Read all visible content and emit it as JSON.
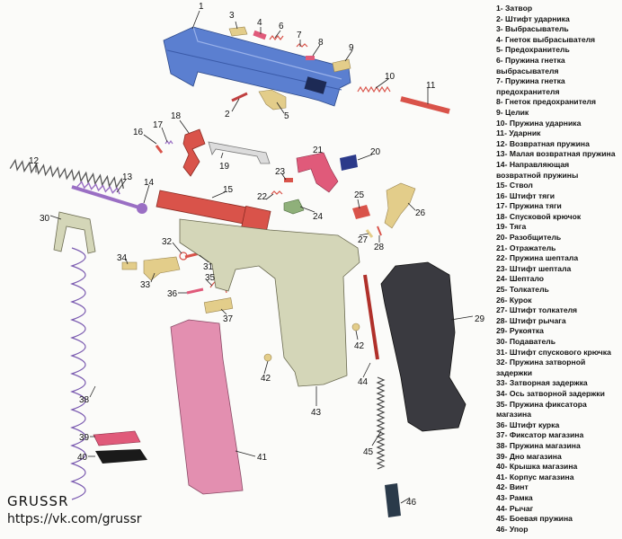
{
  "legend": [
    {
      "num": "1",
      "text": "Затвор"
    },
    {
      "num": "2",
      "text": "Штифт ударника"
    },
    {
      "num": "3",
      "text": "Выбрасыватель"
    },
    {
      "num": "4",
      "text": "Гнеток выбрасывателя"
    },
    {
      "num": "5",
      "text": "Предохранитель"
    },
    {
      "num": "6",
      "text": "Пружина гнетка\nвыбрасывателя"
    },
    {
      "num": "7",
      "text": "Пружина гнетка\nпредохранителя"
    },
    {
      "num": "8",
      "text": "Гнеток предохранителя"
    },
    {
      "num": "9",
      "text": "Целик"
    },
    {
      "num": "10",
      "text": "Пружина ударника"
    },
    {
      "num": "11",
      "text": "Ударник"
    },
    {
      "num": "12",
      "text": "Возвратная пружина"
    },
    {
      "num": "13",
      "text": "Малая возвратная пружина"
    },
    {
      "num": "14",
      "text": "Направляющая\nвозвратной пружины"
    },
    {
      "num": "15",
      "text": "Ствол"
    },
    {
      "num": "16",
      "text": "Штифт тяги"
    },
    {
      "num": "17",
      "text": "Пружина тяги"
    },
    {
      "num": "18",
      "text": "Спусковой крючок"
    },
    {
      "num": "19",
      "text": "Тяга"
    },
    {
      "num": "20",
      "text": "Разобщитель"
    },
    {
      "num": "21",
      "text": "Отражатель"
    },
    {
      "num": "22",
      "text": "Пружина шептала"
    },
    {
      "num": "23",
      "text": "Штифт шептала"
    },
    {
      "num": "24",
      "text": "Шептало"
    },
    {
      "num": "25",
      "text": "Толкатель"
    },
    {
      "num": "26",
      "text": "Курок"
    },
    {
      "num": "27",
      "text": "Штифт толкателя"
    },
    {
      "num": "28",
      "text": "Штифт рычага"
    },
    {
      "num": "29",
      "text": "Рукоятка"
    },
    {
      "num": "30",
      "text": "Подаватель"
    },
    {
      "num": "31",
      "text": "Штифт спускового крючка"
    },
    {
      "num": "32",
      "text": "Пружина затворной\nзадержки"
    },
    {
      "num": "33",
      "text": "Затворная задержка"
    },
    {
      "num": "34",
      "text": "Ось затворной задержки"
    },
    {
      "num": "35",
      "text": "Пружина фиксатора\nмагазина"
    },
    {
      "num": "36",
      "text": "Штифт курка"
    },
    {
      "num": "37",
      "text": "Фиксатор магазина"
    },
    {
      "num": "38",
      "text": "Пружина магазина"
    },
    {
      "num": "39",
      "text": "Дно магазина"
    },
    {
      "num": "40",
      "text": "Крышка магазина"
    },
    {
      "num": "41",
      "text": "Корпус магазина"
    },
    {
      "num": "42",
      "text": "Винт"
    },
    {
      "num": "43",
      "text": "Рамка"
    },
    {
      "num": "44",
      "text": "Рычаг"
    },
    {
      "num": "45",
      "text": "Боевая пружина"
    },
    {
      "num": "46",
      "text": "Упор"
    }
  ],
  "labels": [
    "1",
    "2",
    "3",
    "4",
    "5",
    "6",
    "7",
    "8",
    "9",
    "10",
    "11",
    "12",
    "13",
    "14",
    "15",
    "16",
    "17",
    "18",
    "19",
    "20",
    "21",
    "22",
    "23",
    "24",
    "25",
    "26",
    "27",
    "28",
    "29",
    "30",
    "31",
    "32",
    "33",
    "34",
    "35",
    "36",
    "37",
    "38",
    "39",
    "40",
    "41",
    "42",
    "42",
    "43",
    "44",
    "45",
    "46"
  ],
  "watermark": {
    "name": "GRUSSR",
    "url": "https://vk.com/grussr"
  },
  "colors": {
    "slide": "#5b7fd0",
    "frame": "#d4d6b8",
    "barrel": "#d9534a",
    "magazine": "#e38fb0",
    "grip": "#3a3a40",
    "spring_purple": "#9a6fc4",
    "pink_parts": "#e05a7a",
    "tan_parts": "#e3cd8a",
    "navy_part": "#2b3a8a",
    "green_part": "#8fb07a"
  }
}
